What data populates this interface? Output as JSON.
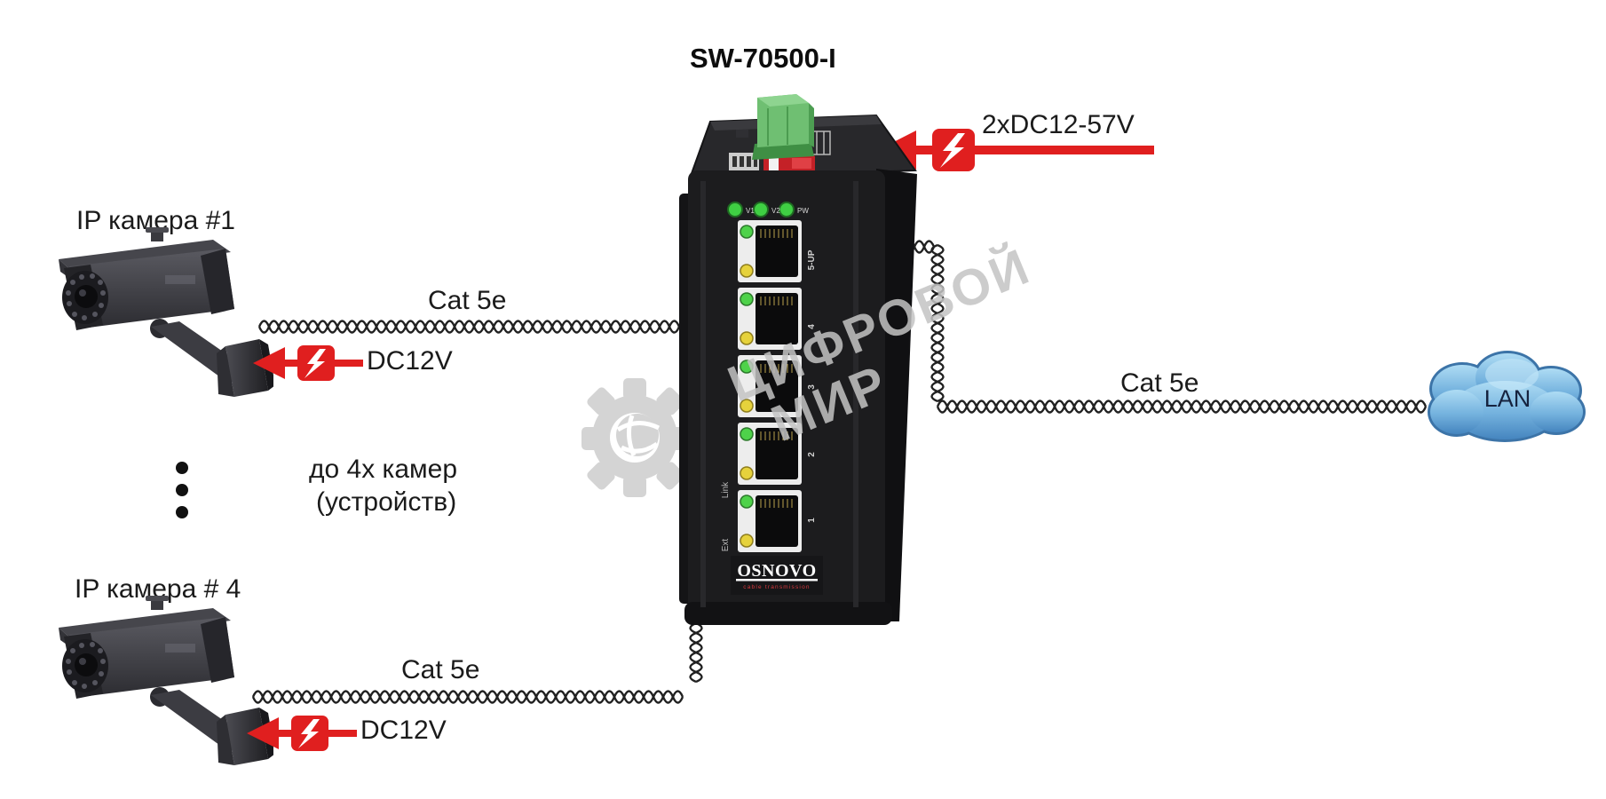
{
  "title": "SW-70500-I",
  "power_input": {
    "label": "2xDC12-57V"
  },
  "cameras": [
    {
      "label": "IP камера #1",
      "cable_label": "Cat 5e",
      "power_label": "DC12V"
    },
    {
      "label": "IP камера # 4",
      "cable_label": "Cat 5e",
      "power_label": "DC12V"
    }
  ],
  "expansion_note": {
    "line1": "до 4х камер",
    "line2": "(устройств)"
  },
  "lan": {
    "label": "LAN",
    "cable_label": "Cat 5e"
  },
  "switch": {
    "brand": "OSNOVO",
    "brand_sub": "cable transmission",
    "led_labels": [
      "V1",
      "V2",
      "PW"
    ],
    "port_labels": [
      "5-UP",
      "4",
      "3",
      "2",
      "1"
    ],
    "side_labels": [
      "Link",
      "Ext"
    ]
  },
  "watermark": {
    "line1": "ЦИФРОВОЙ",
    "line2": "МИР"
  },
  "colors": {
    "accent_red": "#e01f1f",
    "switch_body": "#1c1c1e",
    "led_green": "#4ed24a",
    "led_yellow": "#e6d23c",
    "cloud_blue": "#4e8ec6",
    "watermark_gray": "#c3c3c3"
  }
}
